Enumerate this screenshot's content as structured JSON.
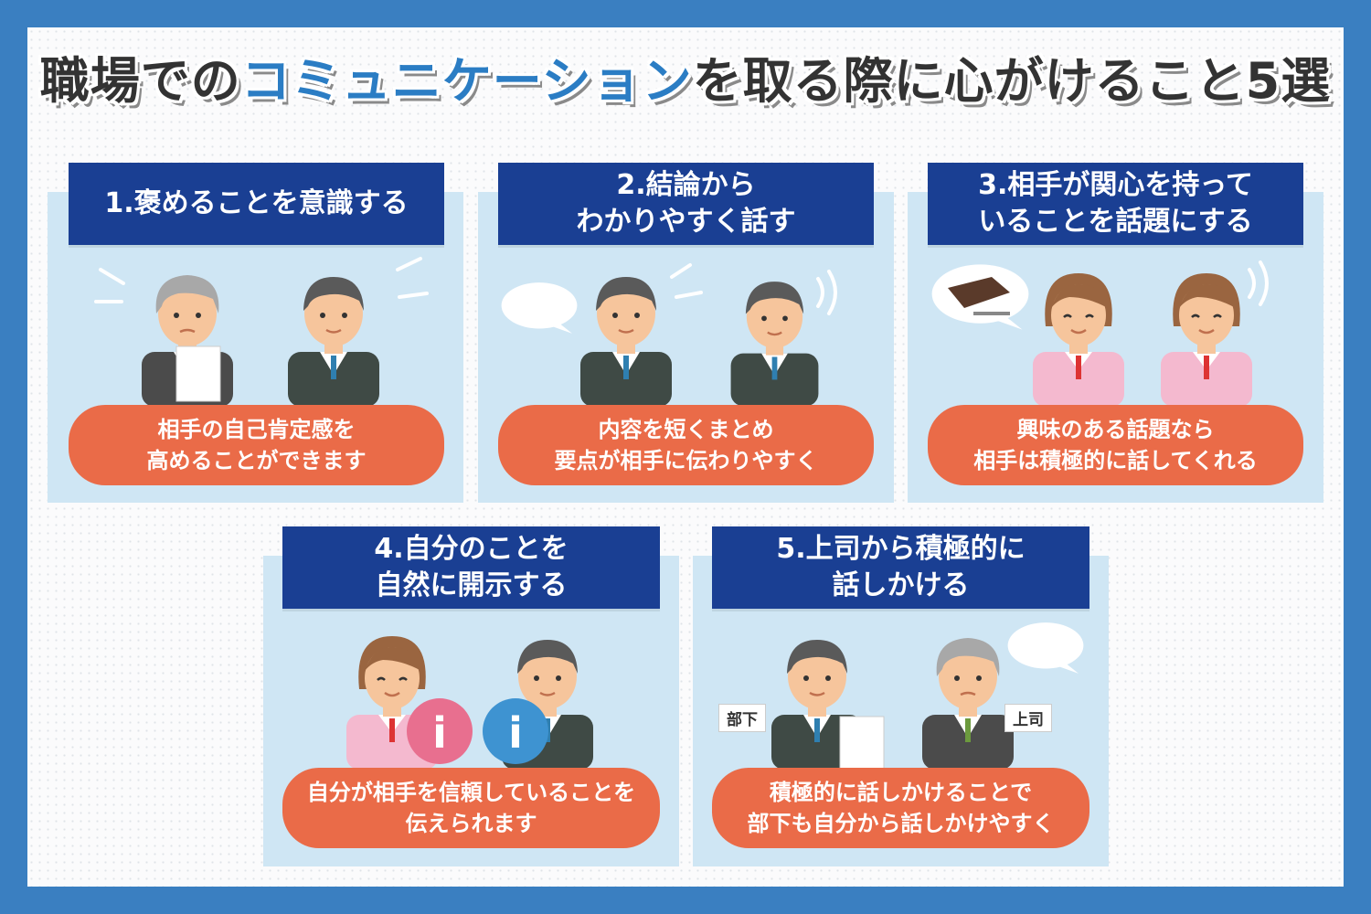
{
  "title": {
    "part1": "職場での",
    "part2": "コミュニケーション",
    "part3": "を取る際に心がけること5選"
  },
  "cards": [
    {
      "header": [
        "1.褒めることを意識する"
      ],
      "desc": [
        "相手の自己肯定感を",
        "高めることができます"
      ]
    },
    {
      "header": [
        "2.結論から",
        "わかりやすく話す"
      ],
      "desc": [
        "内容を短くまとめ",
        "要点が相手に伝わりやすく"
      ]
    },
    {
      "header": [
        "3.相手が関心を持って",
        "いることを話題にする"
      ],
      "desc": [
        "興味のある話題なら",
        "相手は積極的に話してくれる"
      ]
    },
    {
      "header": [
        "4.自分のことを",
        "自然に開示する"
      ],
      "desc": [
        "自分が相手を信頼していることを",
        "伝えられます"
      ]
    },
    {
      "header": [
        "5.上司から積極的に",
        "話しかける"
      ],
      "desc": [
        "積極的に話しかけることで",
        "部下も自分から話しかけやすく"
      ]
    }
  ],
  "labels": {
    "subordinate": "部下",
    "boss": "上司",
    "info_glyph": "i"
  },
  "colors": {
    "outer_border": "#3a7fc1",
    "card_bg": "#cfe6f4",
    "header_bg": "#1a3f93",
    "pill_bg": "#ea6b48",
    "title_accent": "#2b7dc4"
  }
}
